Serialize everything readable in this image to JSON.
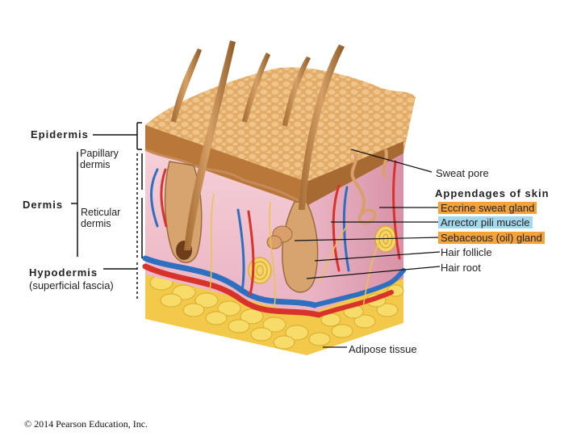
{
  "labels": {
    "epidermis": "Epidermis",
    "papillary_dermis": "Papillary dermis",
    "dermis": "Dermis",
    "reticular_dermis": "Reticular dermis",
    "hypodermis": "Hypodermis",
    "superficial_fascia": "(superficial fascia)",
    "sweat_pore": "Sweat pore",
    "appendages_heading": "Appendages of skin",
    "eccrine_sweat_gland": "Eccrine sweat gland",
    "arrector_pili_muscle": "Arrector pili muscle",
    "sebaceous_gland": "Sebaceous (oil) gland",
    "hair_follicle": "Hair follicle",
    "hair_root": "Hair root",
    "adipose_tissue": "Adipose tissue"
  },
  "copyright": "© 2014 Pearson Education, Inc.",
  "colors": {
    "highlight_orange": "#f4a23a",
    "highlight_blue": "#a6d8ec",
    "epidermis_surface": "#e0a862",
    "dermis": "#f0c6cf",
    "artery": "#d8332b",
    "vein": "#2f6fc0",
    "fat": "#f3d24e"
  }
}
